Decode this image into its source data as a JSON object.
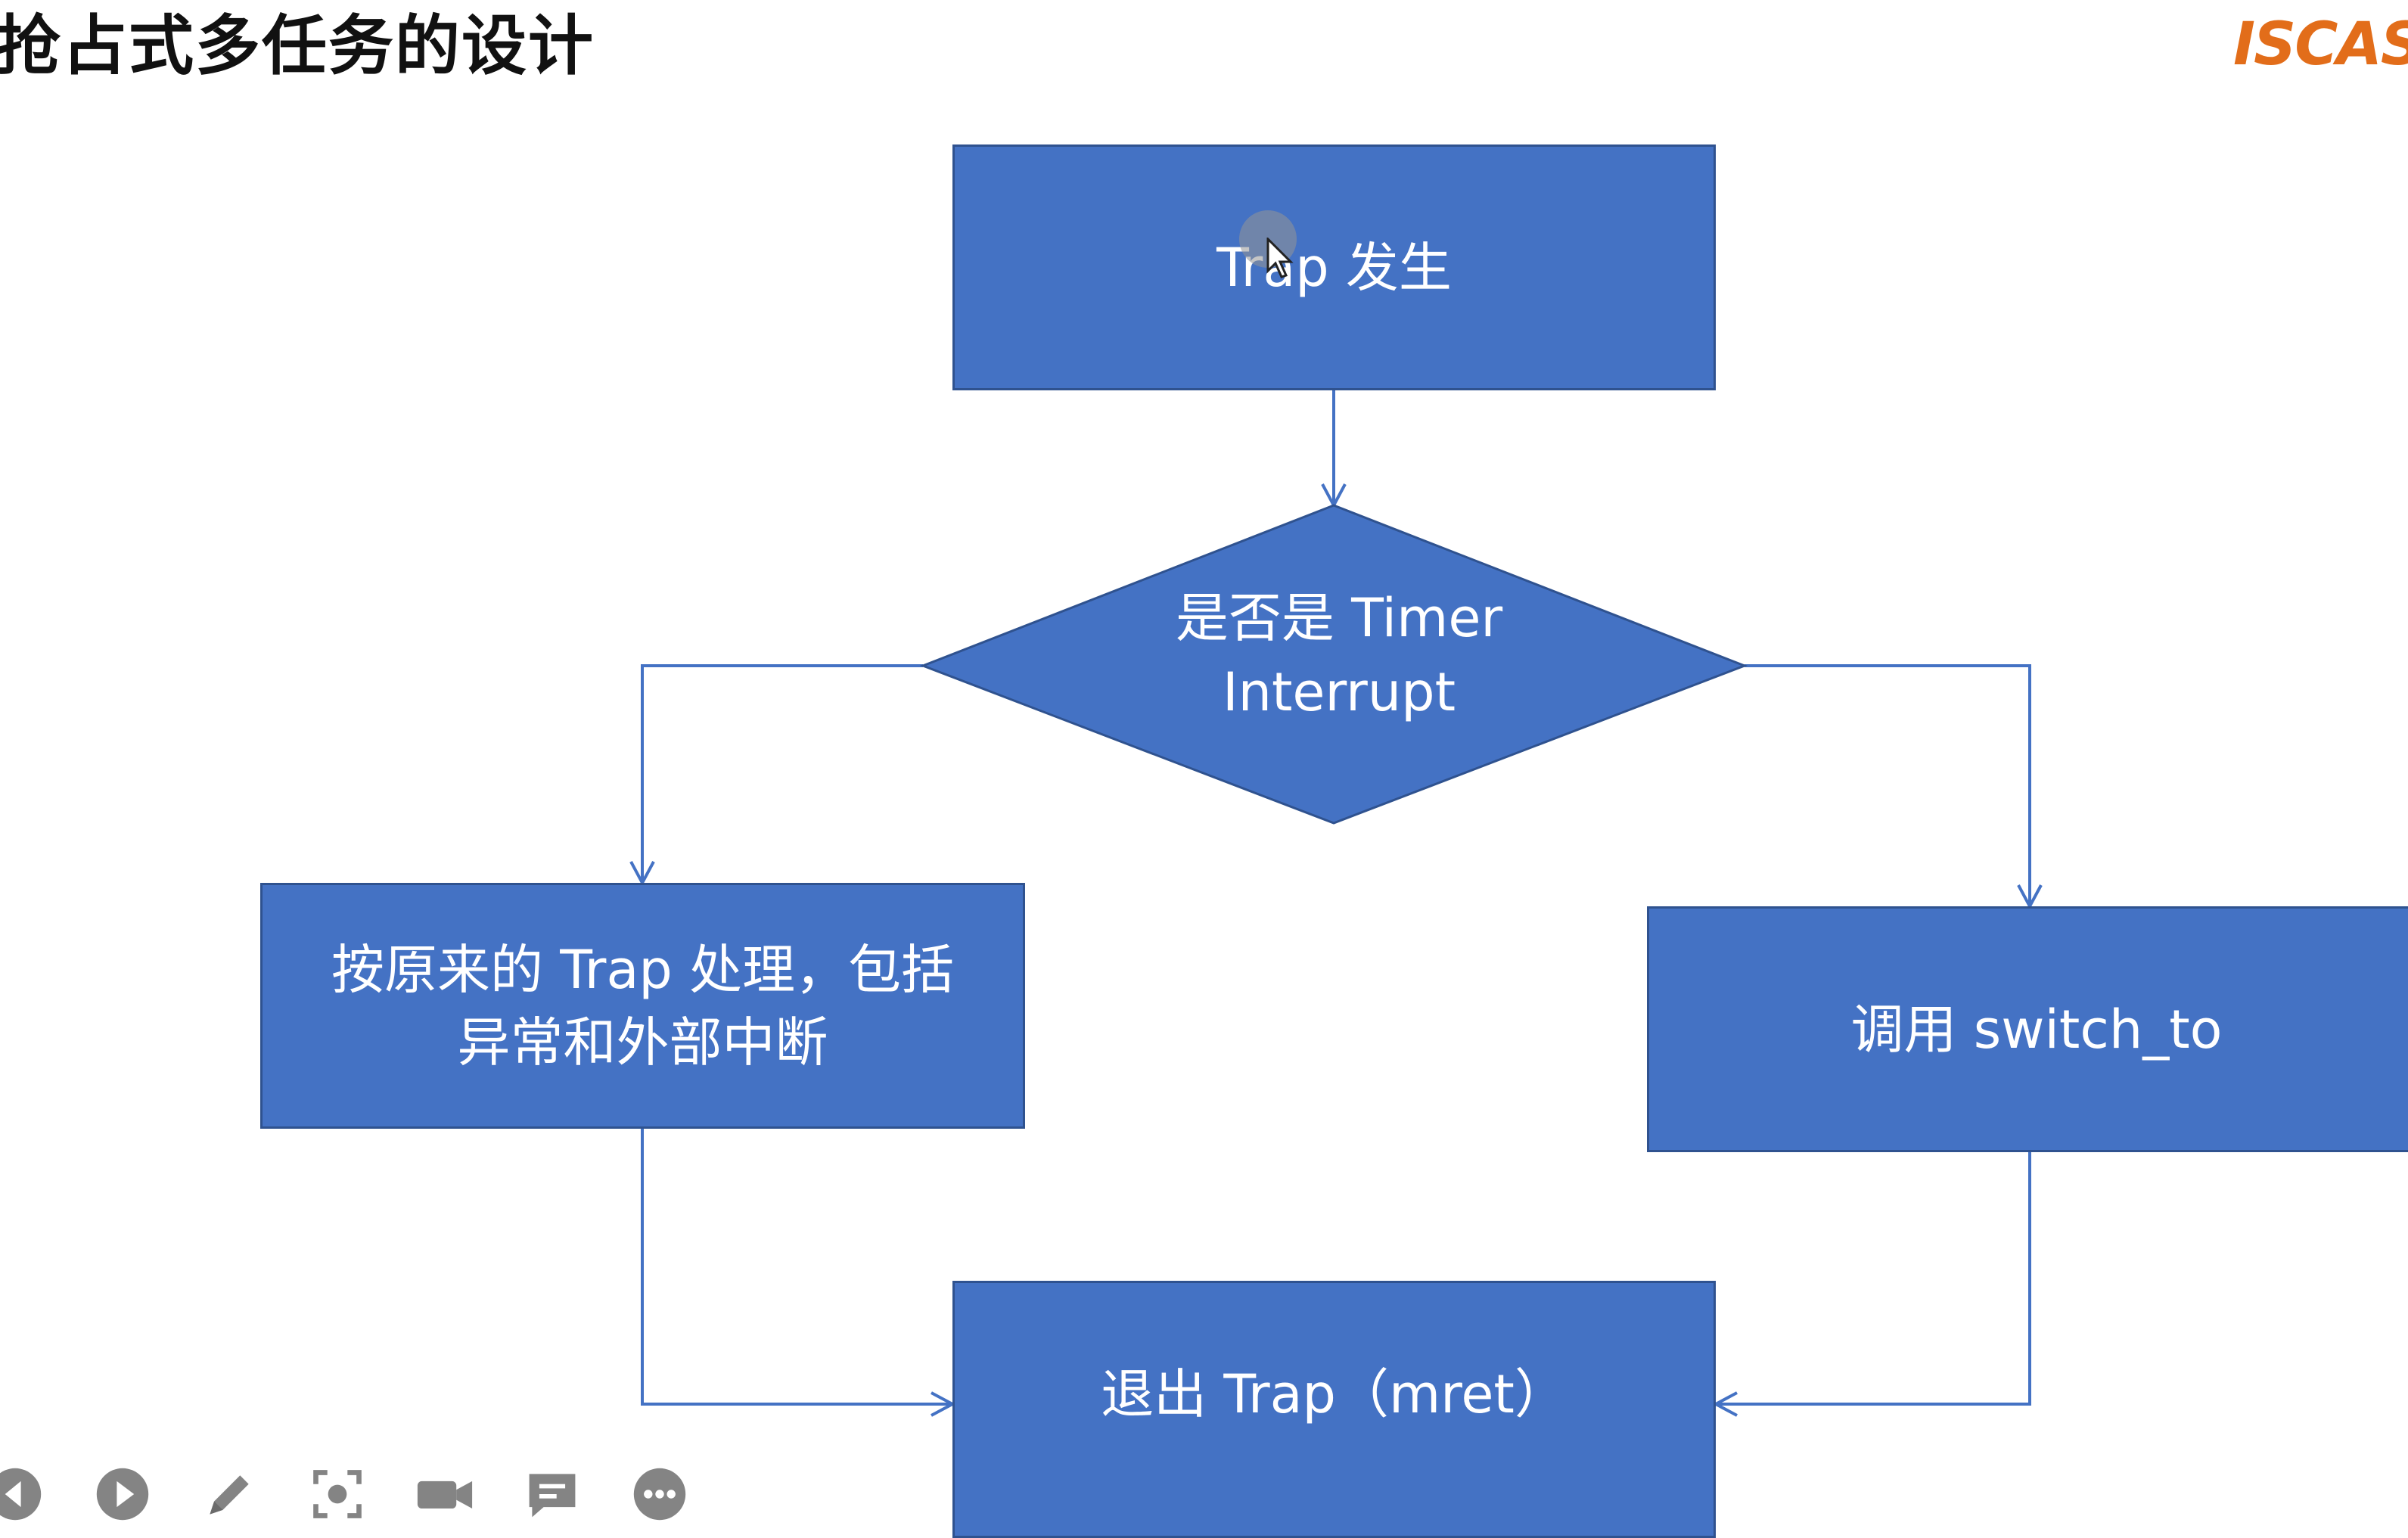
{
  "slide": {
    "title": "抢占式多任务的设计",
    "logo_text": "ISCAS"
  },
  "flowchart": {
    "start": {
      "label": "Trap 发生"
    },
    "decision": {
      "label": "是否是 Timer\nInterrupt"
    },
    "default_branch": {
      "label": "按原来的 Trap 处理，包括\n异常和外部中断"
    },
    "timer_branch": {
      "label": "调用 switch_to"
    },
    "end": {
      "label": "退出 Trap（mret）"
    }
  },
  "colors": {
    "node_fill": "#4472c4",
    "node_border": "#2f528f",
    "connector": "#4472c4",
    "node_text": "#ffffff",
    "logo": "#e26d1a"
  },
  "toolbar": {
    "icons": [
      "prev-icon",
      "play-icon",
      "pen-icon",
      "screenshot-icon",
      "camera-icon",
      "subtitle-icon",
      "more-icon"
    ]
  }
}
